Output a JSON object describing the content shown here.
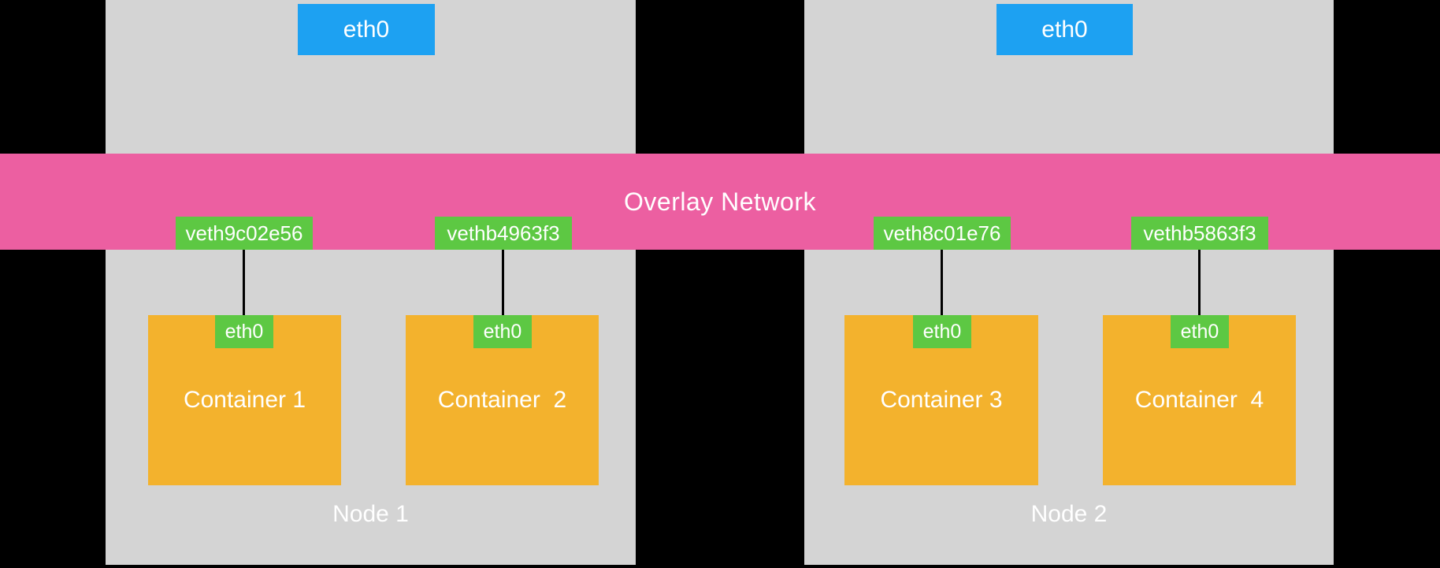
{
  "diagram": {
    "overlay": {
      "label": "Overlay Network"
    },
    "colors": {
      "background": "#000000",
      "node_fill": "#D4D4D4",
      "overlay_fill": "#EC5FA1",
      "host_eth_fill": "#1DA1F2",
      "veth_fill": "#5DC843",
      "container_fill": "#F3B22D",
      "text": "#FFFFFF",
      "connector": "#000000"
    },
    "nodes": [
      {
        "label": "Node 1",
        "host_eth": "eth0",
        "containers": [
          {
            "name": "Container 1",
            "eth": "eth0",
            "veth": "veth9c02e56"
          },
          {
            "name": "Container  2",
            "eth": "eth0",
            "veth": "vethb4963f3"
          }
        ]
      },
      {
        "label": "Node 2",
        "host_eth": "eth0",
        "containers": [
          {
            "name": "Container 3",
            "eth": "eth0",
            "veth": "veth8c01e76"
          },
          {
            "name": "Container  4",
            "eth": "eth0",
            "veth": "vethb5863f3"
          }
        ]
      }
    ]
  }
}
